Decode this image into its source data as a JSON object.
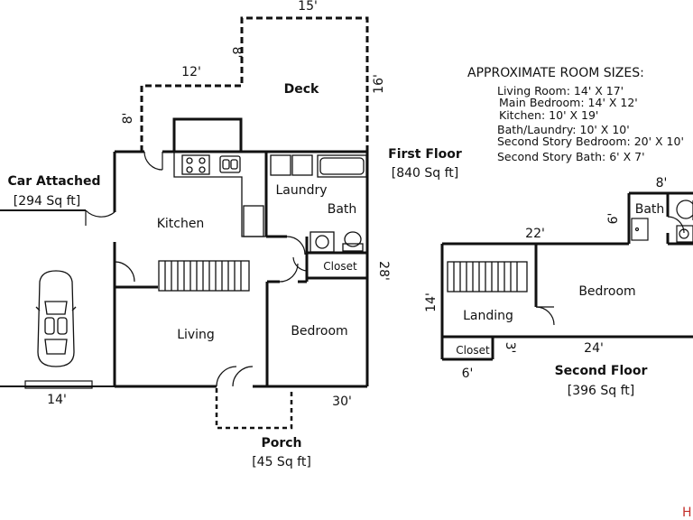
{
  "dims": {
    "deck_top": "15'",
    "deck_left_upper": "8'",
    "deck_mid": "12'",
    "deck_left_lower": "8'",
    "deck_right": "16'",
    "house_right": "28'",
    "house_bottom": "30'",
    "garage_bottom": "14'",
    "so_bath_width": "8'",
    "so_bath_side": "6'",
    "so_top": "22'",
    "so_left": "14'",
    "so_bottom": "24'",
    "so_closet_side": "3'",
    "so_closet_bottom": "6'"
  },
  "rooms": {
    "deck": "Deck",
    "kitchen": "Kitchen",
    "laundry": "Laundry",
    "bath": "Bath",
    "closet": "Closet",
    "living": "Living",
    "bedroom": "Bedroom",
    "porch": "Porch",
    "porch_area": "[45 Sq ft]",
    "garage": "Car Attached",
    "garage_area": "[294 Sq ft]",
    "so_bath": "Bath",
    "so_bedroom": "Bedroom",
    "so_landing": "Landing",
    "so_closet": "Closet"
  },
  "floors": {
    "first_title": "First Floor",
    "first_area": "[840 Sq ft]",
    "second_title": "Second Floor",
    "second_area": "[396 Sq ft]"
  },
  "room_sizes": {
    "heading": "APPROXIMATE ROOM SIZES:",
    "lines": [
      "Living Room: 14' X 17'",
      "Main Bedroom: 14' X 12'",
      "Kitchen: 10' X 19'",
      "Bath/Laundry: 10' X 10'",
      "Second Story Bedroom: 20' X 10'",
      "Second Story Bath: 6' X 7'"
    ]
  },
  "logo_text": "H"
}
